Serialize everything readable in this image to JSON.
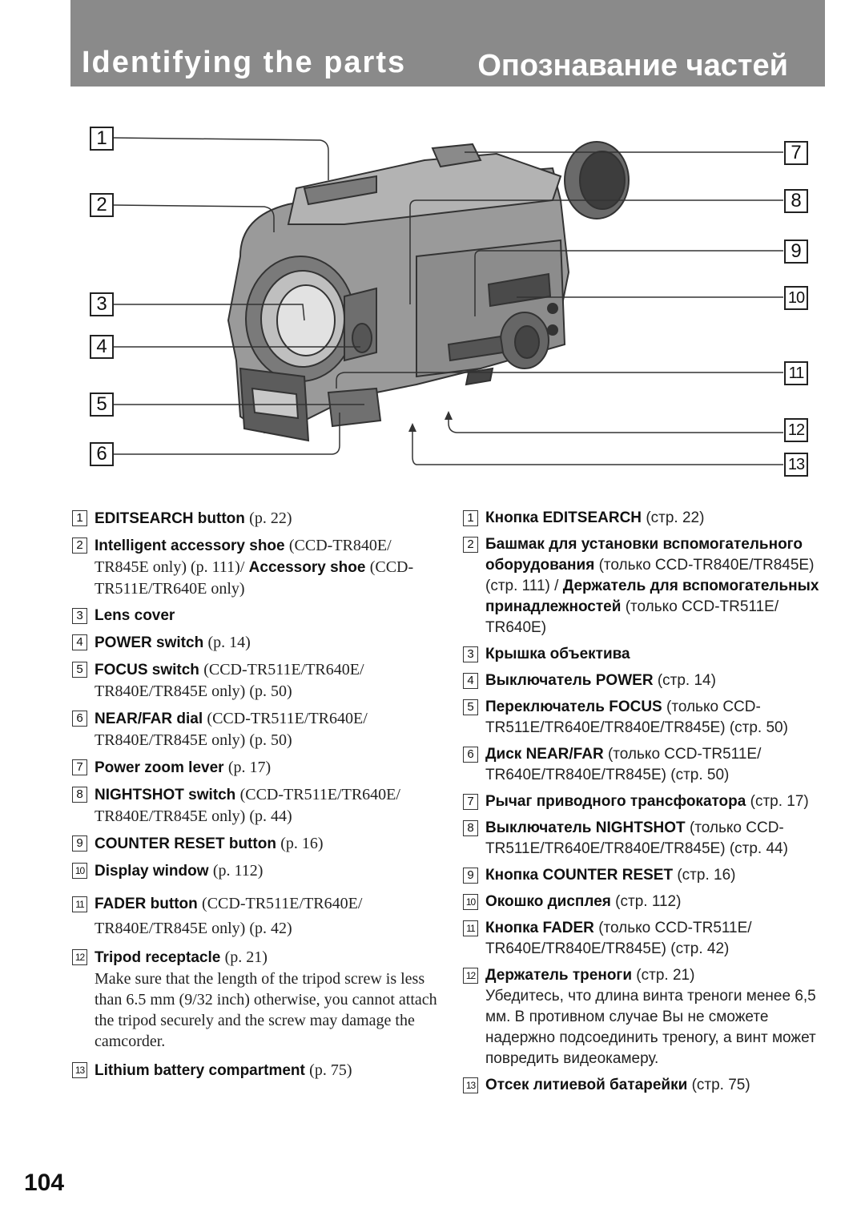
{
  "header": {
    "title_en": "Identifying the parts",
    "title_ru": "Опознавание частей"
  },
  "figure": {
    "callouts": [
      "1",
      "2",
      "3",
      "4",
      "5",
      "6",
      "7",
      "8",
      "9",
      "10",
      "11",
      "12",
      "13"
    ]
  },
  "english": [
    {
      "num": "1",
      "name": "EDITSEARCH button",
      "ref": "(p. 22)"
    },
    {
      "num": "2",
      "name": "Intelligent accessory shoe",
      "ref": "(CCD-TR840E/ TR845E only) (p. 111)/",
      "name2": "Accessory shoe",
      "ref2": "(CCD-TR511E/TR640E only)"
    },
    {
      "num": "3",
      "name": "Lens cover",
      "ref": ""
    },
    {
      "num": "4",
      "name": "POWER switch",
      "ref": "(p. 14)"
    },
    {
      "num": "5",
      "name": "FOCUS switch",
      "ref": "(CCD-TR511E/TR640E/ TR840E/TR845E only) (p. 50)"
    },
    {
      "num": "6",
      "name": "NEAR/FAR dial",
      "ref": "(CCD-TR511E/TR640E/ TR840E/TR845E only) (p. 50)"
    },
    {
      "num": "7",
      "name": "Power zoom lever",
      "ref": "(p. 17)"
    },
    {
      "num": "8",
      "name": "NIGHTSHOT switch",
      "ref": "(CCD-TR511E/TR640E/ TR840E/TR845E only) (p. 44)"
    },
    {
      "num": "9",
      "name": "COUNTER RESET button",
      "ref": "(p. 16)"
    },
    {
      "num": "10",
      "name": "Display window",
      "ref": "(p. 112)"
    },
    {
      "num": "11",
      "name": "FADER button",
      "ref": "(CCD-TR511E/TR640E/ TR840E/TR845E only) (p. 42)"
    },
    {
      "num": "12",
      "name": "Tripod receptacle",
      "ref": "(p. 21)",
      "note": "Make sure that the length of the tripod screw is less than 6.5 mm (9/32 inch) otherwise, you cannot attach the tripod securely and the screw may damage the camcorder."
    },
    {
      "num": "13",
      "name": "Lithium battery compartment",
      "ref": "(p. 75)"
    }
  ],
  "russian": [
    {
      "num": "1",
      "name": "Кнопка EDITSEARCH",
      "ref": "(стр. 22)"
    },
    {
      "num": "2",
      "name": "Башмак для установки вспомогательного оборудования",
      "ref": "(только CCD-TR840E/TR845E) (стр. 111) /",
      "name2": "Держатель для вспомогательных принадлежностей",
      "ref2": "(только CCD-TR511E/ TR640E)"
    },
    {
      "num": "3",
      "name": "Крышка объектива",
      "ref": ""
    },
    {
      "num": "4",
      "name": "Выключатель POWER",
      "ref": "(стр. 14)"
    },
    {
      "num": "5",
      "name": "Переключатель FOCUS",
      "ref": "(только CCD-TR511E/TR640E/TR840E/TR845E) (стр. 50)"
    },
    {
      "num": "6",
      "name": "Диск NEAR/FAR",
      "ref": "(только CCD-TR511E/ TR640E/TR840E/TR845E) (стр. 50)"
    },
    {
      "num": "7",
      "name": "Рычаг приводного трансфокатора",
      "ref": "(стр. 17)"
    },
    {
      "num": "8",
      "name": "Выключатель NIGHTSHOT",
      "ref": "(только CCD-TR511E/TR640E/TR840E/TR845E) (стр. 44)"
    },
    {
      "num": "9",
      "name": "Кнопка COUNTER RESET",
      "ref": "(стр. 16)"
    },
    {
      "num": "10",
      "name": "Окошко дисплея",
      "ref": "(стр. 112)"
    },
    {
      "num": "11",
      "name": "Кнопка FADER",
      "ref": "(только CCD-TR511E/ TR640E/TR840E/TR845E) (стр. 42)"
    },
    {
      "num": "12",
      "name": "Держатель треноги",
      "ref": "(стр. 21)",
      "note": "Убедитесь, что длина винта треноги менее 6,5 мм. В противном случае Вы не сможете надержно подсоединить треногу, а винт может повредить видеокамеру."
    },
    {
      "num": "13",
      "name": "Отсек литиевой батарейки",
      "ref": "(стр. 75)"
    }
  ],
  "page_number": "104"
}
